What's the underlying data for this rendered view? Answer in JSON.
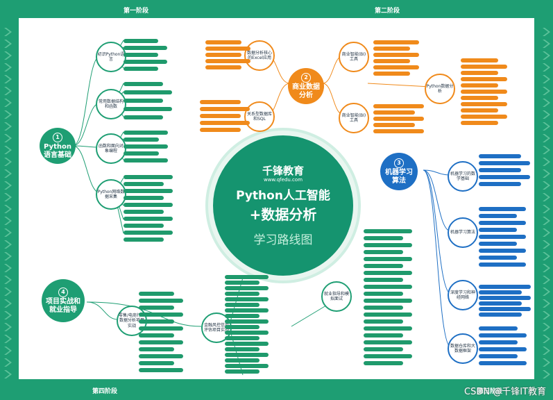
{
  "stages": [
    "第一阶段",
    "第二阶段",
    "第四阶段",
    "第三阶段"
  ],
  "center": {
    "brand": "千锋教育",
    "url": "www.qfedu.com",
    "title_line1": "Python人工智能",
    "title_line2": "+数据分析",
    "title_line3": "学习路线图"
  },
  "hubs": [
    {
      "num": "1",
      "label": "Python语言基础"
    },
    {
      "num": "2",
      "label": "商业数据分析"
    },
    {
      "num": "3",
      "label": "机器学习算法"
    },
    {
      "num": "4",
      "label": "项目实战和就业指导"
    }
  ],
  "subs": [
    "初识Python语言",
    "常用数据结构和函数",
    "函数和面向对象编程",
    "Python网络数据采集",
    "数据分析核心的Excel应用",
    "关系型数据库和SQL",
    "商业智能(BI)工具",
    "商业智能(BI)工具",
    "Python数据分析",
    "机器学习的数学基础",
    "机器学习算法",
    "深度学习和神经网络",
    "数据仓库和大数据框架",
    "金融风控信用评估项目实战",
    "就业指导和模拟面试",
    "零售/电商行业数据分析项目实战"
  ],
  "watermark": "CSDN @千锋IT教育"
}
